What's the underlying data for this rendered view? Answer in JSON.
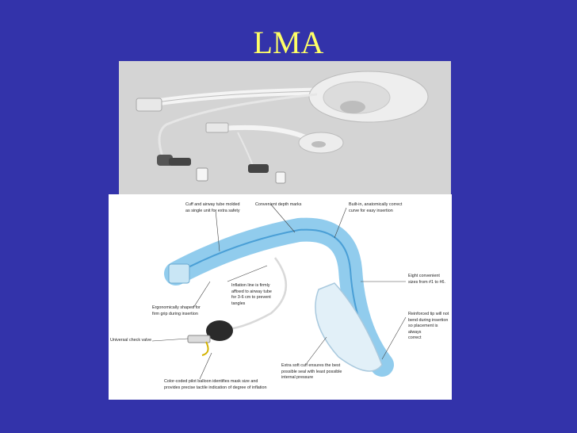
{
  "slide": {
    "title": "LMA"
  },
  "diagram": {
    "labels": {
      "cuff_airway": "Cuff and airway tube molded\nas single unit for extra safety",
      "depth_marks": "Convenient depth marks",
      "curve": "Built-in, anatomically correct\ncurve for easy insertion",
      "inflation_line": "Inflation line is firmly\naffixed to airway tube\nfor 3-6 cm to prevent\ntangles",
      "grip": "Ergonomically shaped for\nfirm grip during insertion",
      "sizes": "Eight convenient\nsizes from #1 to #6.",
      "check_valve": "Universal check valve",
      "tip": "Reinforced tip will not\nbend during insertion\nso placement is always\ncorrect",
      "soft_cuff": "Extra soft cuff ensures the best\npossible seal with least possible\ninternal pressure",
      "pilot_balloon": "Color-coded pilot balloon identifies mask size and\nprovides precise tactile indication of degree of inflation"
    }
  }
}
